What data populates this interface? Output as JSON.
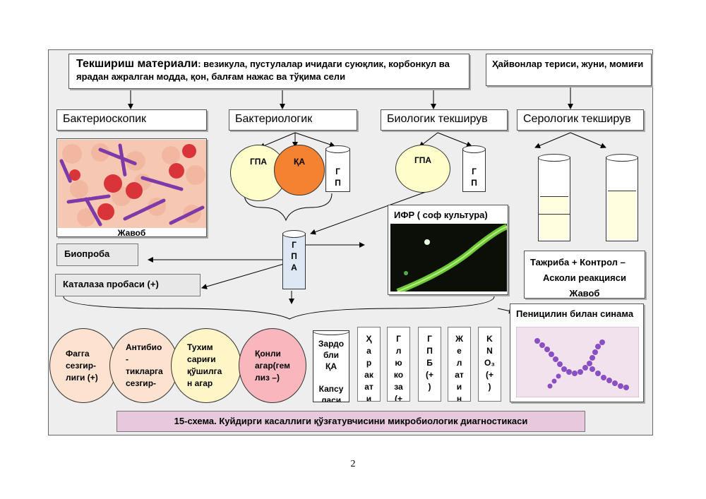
{
  "header": {
    "materials_title": "Текшириш материали",
    "materials_text": ": везикула, пустулалар ичидаги суюқлик, корбонкул ва ярадан ажралган модда, қон, балғам нажас ва тўқима сели",
    "animal_material": "Ҳайвонлар териси, жуни, момиғи"
  },
  "methods": {
    "bacterioscopic": "Бактериоскопик",
    "bacteriologic": "Бактериологик",
    "biologic": "Биологик текширув",
    "serologic": "Серологик текширув"
  },
  "micro_caption": "Жавоб",
  "media": {
    "gpa": "ГПА",
    "qa": "ҚА",
    "gp_tube": "Г\nП",
    "gpa_tube": "Г\nП\nА"
  },
  "ifr_title": "ИФР ( соф культура)",
  "bioproba": "Биопроба",
  "catalase": "Каталаза пробаси (+)",
  "serology_result": {
    "line1": "Тажриба +  Контрол –",
    "line2": "Асколи реакцияси",
    "line3": "Жавоб"
  },
  "penicillin": "Пеницилин билан синама",
  "tests": {
    "phage": "Фагга\nсезгир-\nлиги (+)",
    "antibio": "Антибио\n-\nтикларга\nсезгир-",
    "egg": "Тухим\nсариғи\nқўшилга\nн агар",
    "blood": "Қонли\nагар(гем\nлиз –)",
    "capsule": "Зардо\nбли\nҚА\n\nКапсу\nласи",
    "t1": "Ҳ\nа\nр\nак\nат\nи",
    "t2": "Г\nл\nю\nко\nза\n(+",
    "t3": "Г\nП\nБ\n(+\n)",
    "t4": "Ж\nе\nл\nат\nи\nн",
    "t5": "K\nN\nO₃\n(+\n)"
  },
  "caption": "15-схема. Куйдирги касаллиги қўзғатувчисини микробиологик диагностикаси",
  "page_number": "2",
  "colors": {
    "circle_yellow": "#ffffcc",
    "circle_orange": "#f58231",
    "circle_peach": "#fde3cf",
    "circle_lemon": "#fff5c6",
    "circle_pink": "#f9b7bd",
    "caption_bg": "#e8c8dc"
  }
}
